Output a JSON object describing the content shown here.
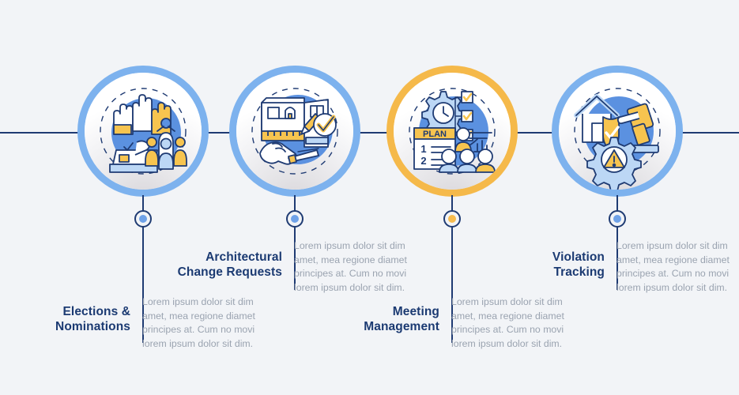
{
  "theme": {
    "background": "#f2f4f7",
    "line": "#1f3b73",
    "ring_blue": "#7db2ee",
    "ring_amber": "#f5b94a",
    "title_color": "#1b3a72",
    "desc_color": "#9aa3b0",
    "icon_blue": "#5b91e0",
    "icon_yellow": "#f7c44f",
    "icon_outline": "#1f3b73",
    "icon_light": "#bcd7f5"
  },
  "steps": [
    {
      "id": "elections-nominations",
      "title": "Elections &\nNominations",
      "title_line1": "Elections &",
      "title_line2": "Nominations",
      "description": "Lorem ipsum dolor sit dim amet, mea regione diamet principes at. Cum no movi lorem ipsum dolor sit dim.",
      "icon": "voting-hands-ballot-icon",
      "accent": "#7db2ee",
      "dot_color": "#6fa2e8"
    },
    {
      "id": "architectural-change-requests",
      "title": "Architectural\nChange Requests",
      "title_line1": "Architectural",
      "title_line2": "Change Requests",
      "description": "Lorem ipsum dolor sit dim amet, mea regione diamet principes at. Cum no movi lorem ipsum dolor sit dim.",
      "icon": "blueprint-pencil-approval-icon",
      "accent": "#7db2ee",
      "dot_color": "#6fa2e8"
    },
    {
      "id": "meeting-management",
      "title": "Meeting\nManagement",
      "title_line1": "Meeting",
      "title_line2": "Management",
      "description": "Lorem ipsum dolor sit dim amet, mea regione diamet principes at. Cum no movi lorem ipsum dolor sit dim.",
      "icon": "plan-agenda-checklist-audience-icon",
      "accent": "#f5b94a",
      "dot_color": "#f7bc4f",
      "plan_label": "PLAN",
      "plan_item_1": "1",
      "plan_item_2": "2"
    },
    {
      "id": "violation-tracking",
      "title": "Violation\nTracking",
      "title_line1": "Violation",
      "title_line2": "Tracking",
      "description": "Lorem ipsum dolor sit dim amet, mea regione diamet principes at. Cum no movi lorem ipsum dolor sit dim.",
      "icon": "house-shield-gavel-warning-icon",
      "accent": "#7db2ee",
      "dot_color": "#6fa2e8"
    }
  ]
}
